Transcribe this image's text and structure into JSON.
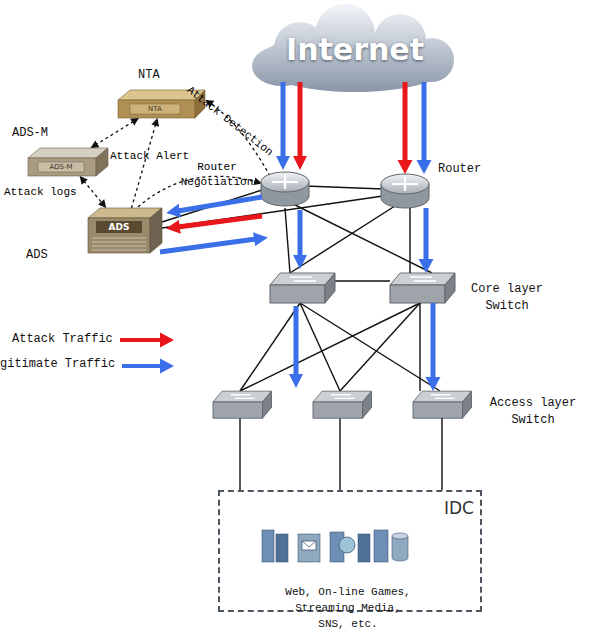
{
  "diagram": {
    "nodes": [
      {
        "text": [
          "Internet"
        ]
      },
      {
        "text": [
          "NTA",
          "NTA"
        ]
      },
      {
        "text": [
          "ADS-M",
          "ADS-M"
        ]
      },
      {
        "text": [
          "ADS",
          "ADS"
        ]
      },
      {
        "text": [
          "Router"
        ]
      },
      {
        "text": [
          "Core layer Switch"
        ]
      },
      {
        "text": [
          "Access layer Switch"
        ]
      },
      {
        "text": [
          "IDC",
          "Web, On-line Games, Streaming Media, SNS, etc."
        ]
      }
    ],
    "edges": [
      {
        "from": 1,
        "to": 2,
        "arrow": "both"
      },
      {
        "from": 2,
        "to": 3,
        "arrow": "both"
      },
      {
        "from": 3,
        "to": 1,
        "arrow": "to"
      },
      {
        "from": 0,
        "to": 4,
        "arrow": "to"
      },
      {
        "from": 0,
        "to": 4,
        "arrow": "to"
      },
      {
        "from": 4,
        "to": 5,
        "arrow": "to"
      },
      {
        "from": 4,
        "to": 5,
        "arrow": "none"
      },
      {
        "from": 5,
        "to": 6,
        "arrow": "to"
      },
      {
        "from": 5,
        "to": 6,
        "arrow": "none"
      },
      {
        "from": 6,
        "to": 7,
        "arrow": "none"
      }
    ],
    "labels": [
      "Attack Detection",
      "Attack Alert",
      "Router Negotiation",
      "Attack logs"
    ],
    "legend": [
      {
        "text": "Attack Traffic",
        "color": "#e8171c"
      },
      {
        "text": "gitimate Traffic",
        "color": "#3a6fe8"
      }
    ]
  }
}
